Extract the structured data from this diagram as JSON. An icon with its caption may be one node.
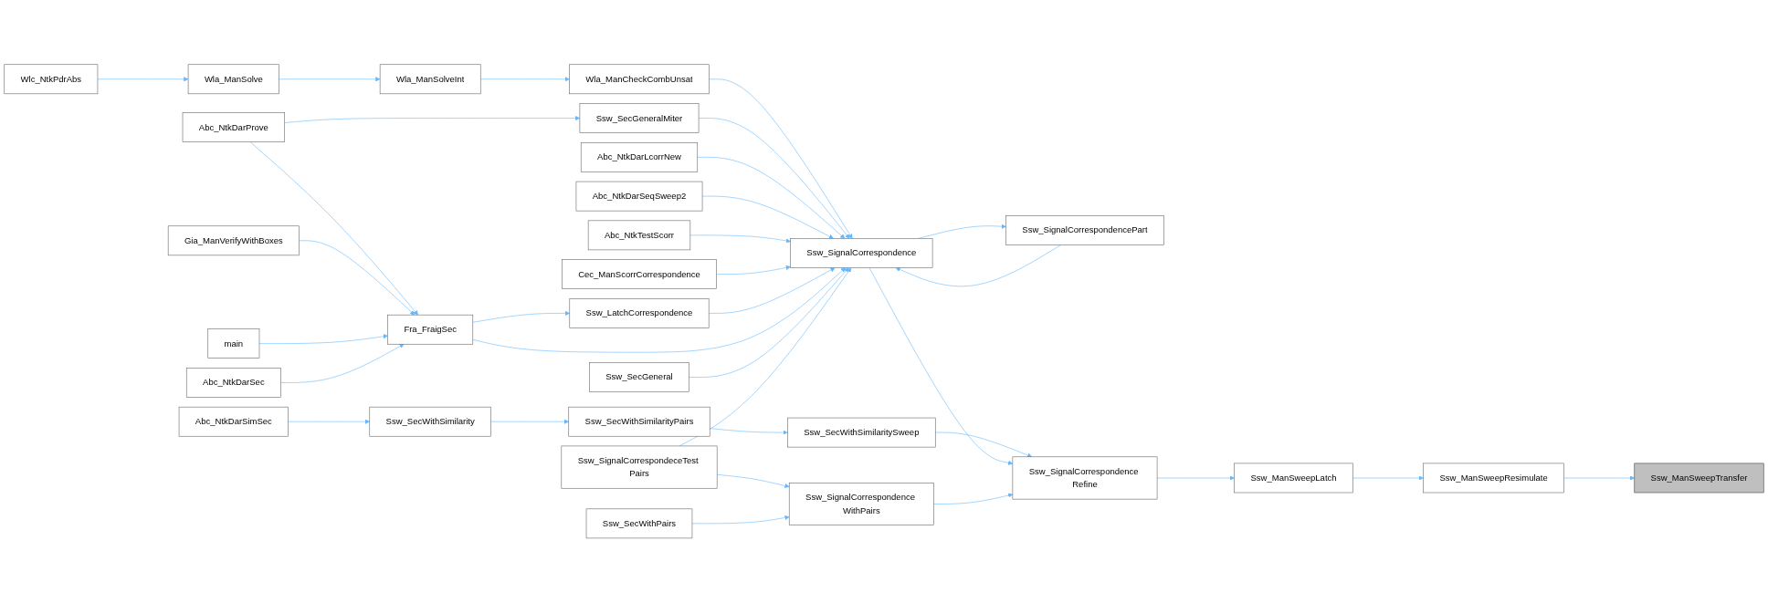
{
  "diagram": {
    "nodes": [
      {
        "text": [
          "Ssw_ManSweepTransfer"
        ]
      },
      {
        "text": [
          "Ssw_ManSweepResimulate"
        ]
      },
      {
        "text": [
          "Ssw_ManSweepLatch"
        ]
      },
      {
        "text": [
          "Ssw_SignalCorrespondence Refine"
        ]
      },
      {
        "text": [
          "Ssw_SecWithSimilaritySweep"
        ]
      },
      {
        "text": [
          "Ssw_SignalCorrespondence"
        ]
      },
      {
        "text": [
          "Ssw_SignalCorrespondence WithPairs"
        ]
      },
      {
        "text": [
          "Ssw_SecWithSimilarityPairs"
        ]
      },
      {
        "text": [
          "Wla_ManCheckCombUnsat"
        ]
      },
      {
        "text": [
          "Ssw_SignalCorrespondencePart"
        ]
      },
      {
        "text": [
          "Ssw_SecGeneralMiter"
        ]
      },
      {
        "text": [
          "Abc_NtkDarLcorrNew"
        ]
      },
      {
        "text": [
          "Abc_NtkDarSeqSweep2"
        ]
      },
      {
        "text": [
          "Abc_NtkTestScorr"
        ]
      },
      {
        "text": [
          "Cec_ManScorrCorrespondence"
        ]
      },
      {
        "text": [
          "Ssw_LatchCorrespondence"
        ]
      },
      {
        "text": [
          "Ssw_SecGeneral"
        ]
      },
      {
        "text": [
          "Ssw_SignalCorrespondeceTest Pairs"
        ]
      },
      {
        "text": [
          "Ssw_SecWithPairs"
        ]
      },
      {
        "text": [
          "Ssw_SecWithSimilarity"
        ]
      },
      {
        "text": [
          "Wla_ManSolveInt"
        ]
      },
      {
        "text": [
          "Fra_FraigSec"
        ]
      },
      {
        "text": [
          "Abc_NtkDarSimSec"
        ]
      },
      {
        "text": [
          "Wla_ManSolve"
        ]
      },
      {
        "text": [
          "Abc_NtkDarProve"
        ]
      },
      {
        "text": [
          "Gia_ManVerifyWithBoxes"
        ]
      },
      {
        "text": [
          "main"
        ]
      },
      {
        "text": [
          "Abc_NtkDarSec"
        ]
      },
      {
        "text": [
          "Wlc_NtkPdrAbs"
        ]
      }
    ],
    "edges": [
      {
        "from": 1,
        "to": 0,
        "arrow": "to"
      },
      {
        "from": 2,
        "to": 1,
        "arrow": "to"
      },
      {
        "from": 3,
        "to": 2,
        "arrow": "to"
      },
      {
        "from": 4,
        "to": 3,
        "arrow": "to"
      },
      {
        "from": 5,
        "to": 3,
        "arrow": "to"
      },
      {
        "from": 6,
        "to": 3,
        "arrow": "to"
      },
      {
        "from": 7,
        "to": 4,
        "arrow": "to"
      },
      {
        "from": 8,
        "to": 5,
        "arrow": "to"
      },
      {
        "from": 9,
        "to": 5,
        "arrow": "to"
      },
      {
        "from": 5,
        "to": 9,
        "arrow": "to"
      },
      {
        "from": 10,
        "to": 5,
        "arrow": "to"
      },
      {
        "from": 11,
        "to": 5,
        "arrow": "to"
      },
      {
        "from": 12,
        "to": 5,
        "arrow": "to"
      },
      {
        "from": 13,
        "to": 5,
        "arrow": "to"
      },
      {
        "from": 14,
        "to": 5,
        "arrow": "to"
      },
      {
        "from": 15,
        "to": 5,
        "arrow": "to"
      },
      {
        "from": 21,
        "to": 5,
        "arrow": "to"
      },
      {
        "from": 16,
        "to": 5,
        "arrow": "to"
      },
      {
        "from": 17,
        "to": 5,
        "arrow": "to"
      },
      {
        "from": 17,
        "to": 6,
        "arrow": "to"
      },
      {
        "from": 18,
        "to": 6,
        "arrow": "to"
      },
      {
        "from": 19,
        "to": 7,
        "arrow": "to"
      },
      {
        "from": 22,
        "to": 19,
        "arrow": "to"
      },
      {
        "from": 20,
        "to": 8,
        "arrow": "to"
      },
      {
        "from": 23,
        "to": 20,
        "arrow": "to"
      },
      {
        "from": 28,
        "to": 23,
        "arrow": "to"
      },
      {
        "from": 24,
        "to": 10,
        "arrow": "to"
      },
      {
        "from": 24,
        "to": 21,
        "arrow": "to"
      },
      {
        "from": 25,
        "to": 21,
        "arrow": "to"
      },
      {
        "from": 26,
        "to": 21,
        "arrow": "to"
      },
      {
        "from": 27,
        "to": 21,
        "arrow": "to"
      },
      {
        "from": 21,
        "to": 15,
        "arrow": "to"
      }
    ]
  }
}
